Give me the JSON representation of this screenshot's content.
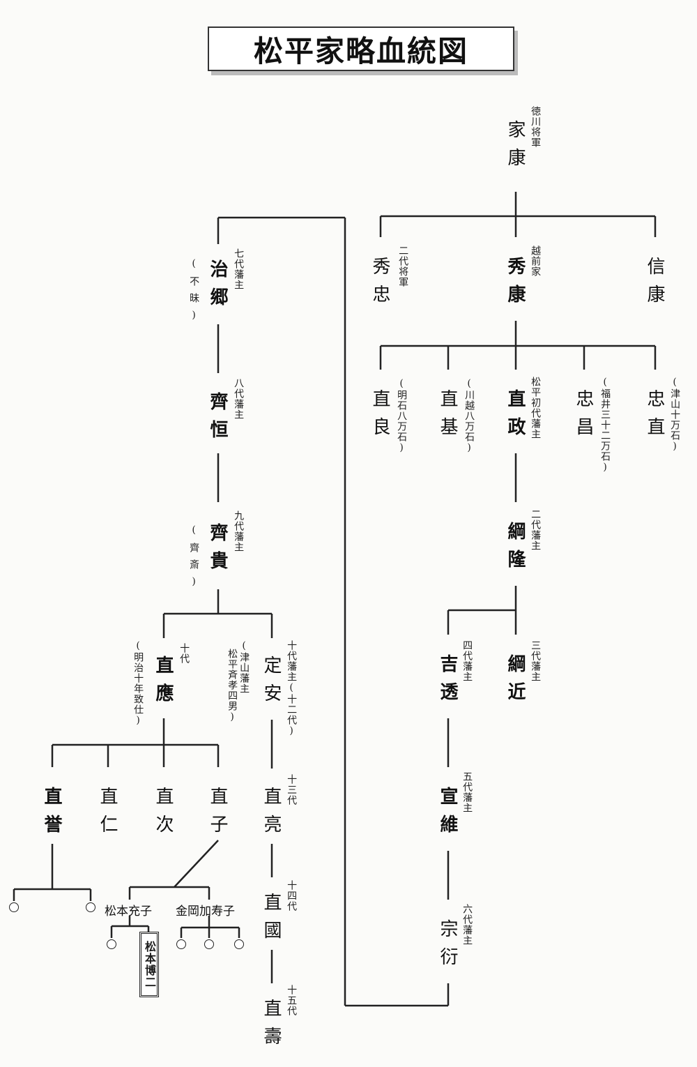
{
  "title": "松平家略血統図",
  "names": {
    "ieyasu": "家康",
    "hidetada": "秀忠",
    "hideyasu": "秀康",
    "nobuyasu": "信康",
    "naoyoshi": "直良",
    "naomoto": "直基",
    "naomasa": "直政",
    "tadamasa": "忠昌",
    "tadanao": "忠直",
    "tsunataka": "綱隆",
    "tsunachika": "綱近",
    "yoshitoru": "吉透",
    "nobuzumi": "宣維",
    "munenobu": "宗衍",
    "harusato": "治郷",
    "narutsune": "齊恒",
    "naritaka": "齊貴",
    "naoyasu": "直應",
    "sadayasu": "定安",
    "naoyo": "直誉",
    "naohito": "直仁",
    "naotsugu": "直次",
    "naoko": "直子",
    "naoaki": "直亮",
    "naokuni": "直國",
    "naohisa": "直壽"
  },
  "notes": {
    "ieyasu": "徳川将軍",
    "hidetada": "二代将軍",
    "hideyasu": "越前家",
    "naoyoshi": "(明石八万石)",
    "naomoto": "(川越八万石)",
    "naomasa": "松平初代藩主",
    "tadamasa": "(福井三十二万石)",
    "tadanao": "(津山十万石)",
    "tsunataka": "二代藩主",
    "tsunachika": "三代藩主",
    "yoshitoru": "四代藩主",
    "nobuzumi": "五代藩主",
    "munenobu": "六代藩主",
    "harusato": "七代藩主",
    "harusato_alias": "(不昧)",
    "narutsune": "八代藩主",
    "naritaka": "九代藩主",
    "naritaka_alias": "(齊斎)",
    "naoyasu": "十代",
    "naoyasu_alias": "(明治十年致仕)",
    "sadayasu": "十代藩主(十二代)",
    "sadayasu_alias": "(津山藩主",
    "sadayasu_alias2": "松平斉孝四男)",
    "naoaki": "十三代",
    "naokuni": "十四代",
    "naohisa": "十五代"
  },
  "descendants": {
    "matsumoto_mitsuko": "松本充子",
    "kaneoka_kazuko": "金岡加寿子",
    "matsumoto_hiroji": "松本博二"
  }
}
